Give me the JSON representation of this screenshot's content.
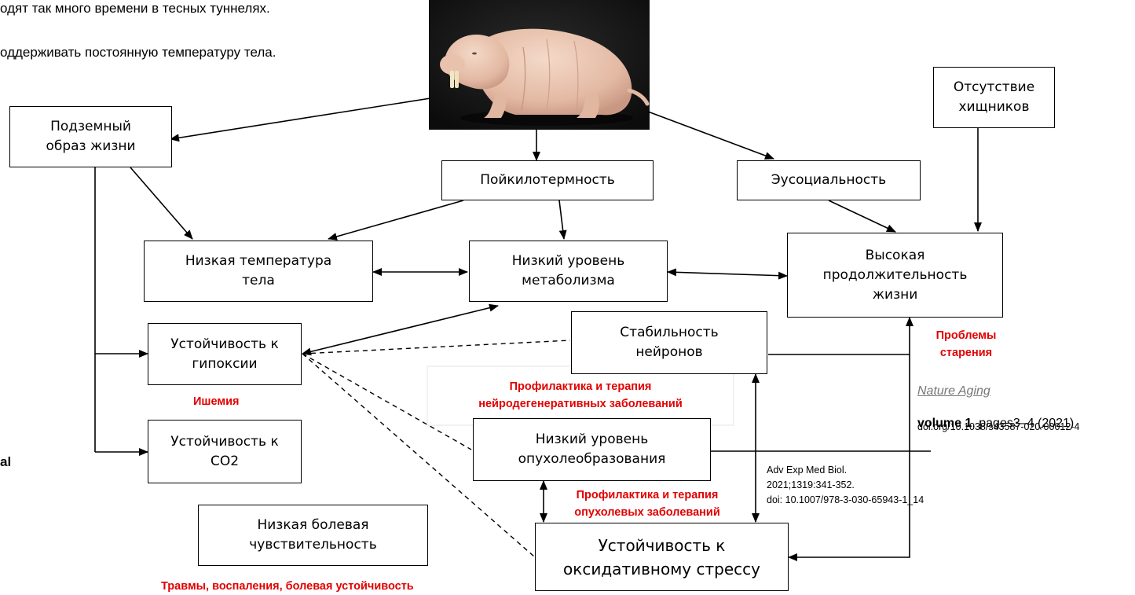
{
  "top_text": {
    "line1": "одят так много времени в тесных туннелях.",
    "line2": "оддерживать постоянную температуру тела."
  },
  "edge_fragment": "al",
  "photo": {
    "subject": "naked-mole-rat",
    "icon": "animal-photo"
  },
  "boxes": {
    "underground": "Подземный\nобраз жизни",
    "no_predators": "Отсутствие\nхищников",
    "poikilothermy": "Пойкилотермность",
    "eusociality": "Эусоциальность",
    "low_temp": "Низкая температура\nтела",
    "low_metabolism": "Низкий уровень\nметаболизма",
    "longevity": "Высокая\nпродолжительность\nжизни",
    "hypoxia": "Устойчивость к\nгипоксии",
    "neurons": "Стабильность\nнейронов",
    "co2": "Устойчивость к\nCO2",
    "tumor": "Низкий уровень\nопухолеобразования",
    "pain": "Низкая болевая\nчувствительность",
    "oxidative": "Устойчивость к\nоксидативному стрессу"
  },
  "red_labels": {
    "aging": "Проблемы\nстарения",
    "ischemia": "Ишемия",
    "neuro": "Профилактика и терапия\nнейродегенеративных заболеваний",
    "oncology": "Профилактика и терапия\nопухолевых заболеваний",
    "trauma": "Травмы, воспаления, болевая устойчивость"
  },
  "references": {
    "nature_journal": "Nature Aging",
    "nature_volume": "volume 1",
    "nature_pages": ", pages3–4 (2021)",
    "nature_doi": "doi.org/10.1038/s43587-020-00012-4",
    "aemb": "Adv Exp Med Biol.\n2021;1319:341-352.\ndoi: 10.1007/978-3-030-65943-1_14"
  },
  "colors": {
    "accent_red": "#e10000",
    "line": "#000000",
    "link_gray": "#777777"
  }
}
